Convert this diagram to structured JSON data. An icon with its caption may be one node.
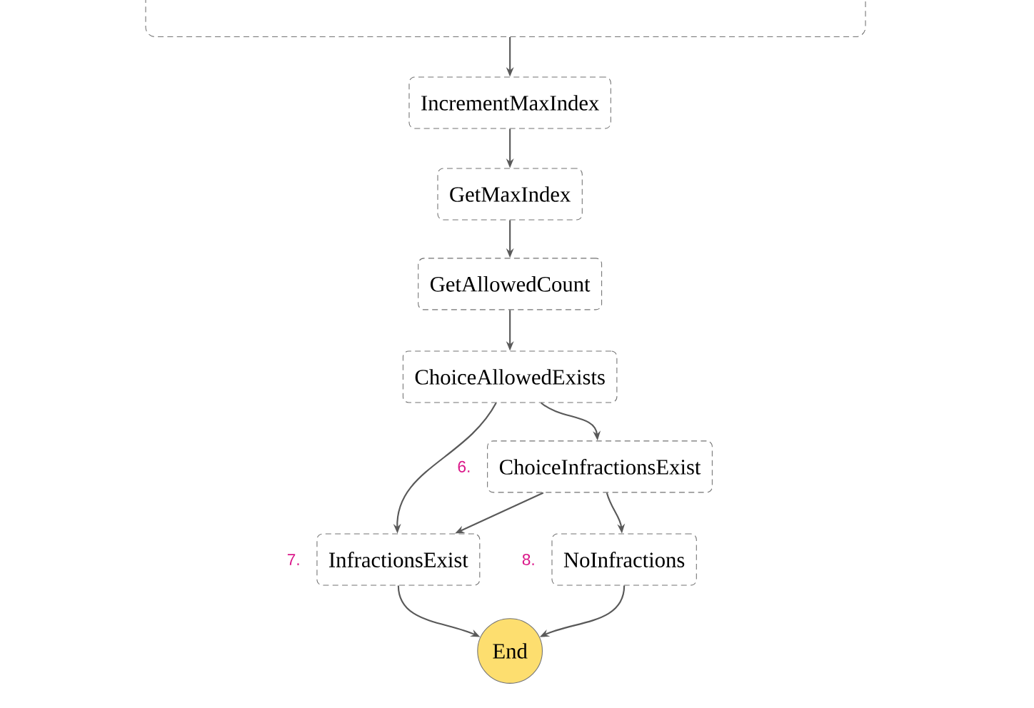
{
  "diagram": {
    "nodes": [
      {
        "text": [],
        "shape": "box"
      },
      {
        "text": [
          "IncrementMaxIndex"
        ]
      },
      {
        "text": [
          "GetMaxIndex"
        ]
      },
      {
        "text": [
          "GetAllowedCount"
        ]
      },
      {
        "text": [
          "ChoiceAllowedExists"
        ]
      },
      {
        "text": [
          "ChoiceInfractionsExist"
        ],
        "beside": [
          "6."
        ]
      },
      {
        "text": [
          "InfractionsExist"
        ],
        "beside": [
          "7."
        ]
      },
      {
        "text": [
          "NoInfractions"
        ],
        "beside": [
          "8."
        ]
      },
      {
        "text": [
          "End"
        ]
      }
    ],
    "edges": [
      {
        "from": 0,
        "to": 1,
        "arrow": "to"
      },
      {
        "from": 1,
        "to": 2,
        "arrow": "to"
      },
      {
        "from": 2,
        "to": 3,
        "arrow": "to"
      },
      {
        "from": 3,
        "to": 4,
        "arrow": "to"
      },
      {
        "from": 4,
        "to": 6,
        "arrow": "to"
      },
      {
        "from": 4,
        "to": 5,
        "arrow": "to"
      },
      {
        "from": 5,
        "to": 6,
        "arrow": "to"
      },
      {
        "from": 5,
        "to": 7,
        "arrow": "to"
      },
      {
        "from": 6,
        "to": 8,
        "arrow": "to"
      },
      {
        "from": 7,
        "to": 8,
        "arrow": "to"
      }
    ]
  }
}
